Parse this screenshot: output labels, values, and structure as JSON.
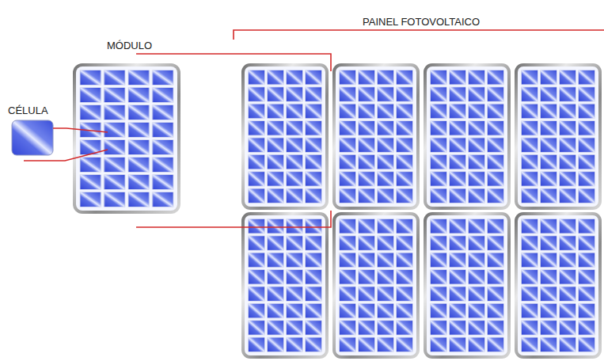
{
  "diagram": {
    "labels": [
      "PAINEL FOTOVOLTAICO",
      "MÓDULO",
      "CÉLULA"
    ]
  }
}
